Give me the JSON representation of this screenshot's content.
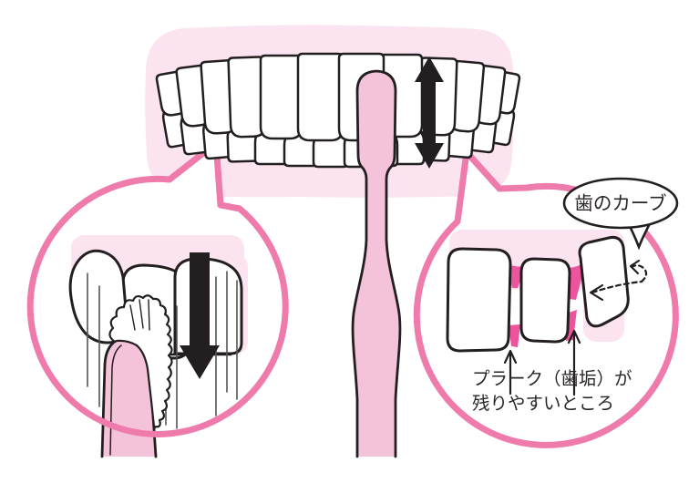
{
  "illustration": {
    "bubble_label": "歯のカーブ",
    "caption": {
      "line1": "プラーク（歯垢）が",
      "line2": "残りやすいところ"
    }
  },
  "icons": {
    "up_down_arrow": "vertical brushing motion arrow",
    "down_arrow": "downward brushing stroke arrow",
    "up_arrows": "pointers to interdental plaque spots",
    "dashed_curve_arrow": "arrow tracing the curve of the tooth"
  },
  "colors": {
    "gum_pink": "#fbe4ef",
    "brush_pink": "#f5c3d9",
    "outline_pink": "#ee7bab",
    "plaque_pink": "#ec559e",
    "ink": "#231f20",
    "motion_line": "#555555",
    "background": "#ffffff"
  }
}
